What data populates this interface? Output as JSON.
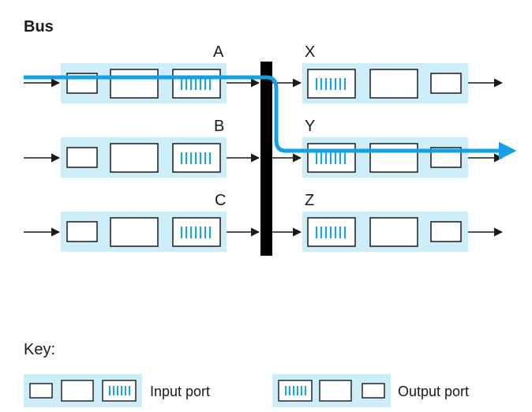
{
  "title": "Bus",
  "input_ports": [
    {
      "label": "A"
    },
    {
      "label": "B"
    },
    {
      "label": "C"
    }
  ],
  "output_ports": [
    {
      "label": "X"
    },
    {
      "label": "Y"
    },
    {
      "label": "Z"
    }
  ],
  "key": {
    "heading": "Key:",
    "input_label": "Input port",
    "output_label": "Output port"
  },
  "colors": {
    "port_fill": "#cdeef9",
    "queue_blue": "#1aa3e8",
    "path_blue": "#13a0e6",
    "bus": "#000000",
    "line": "#1a1a1a"
  }
}
